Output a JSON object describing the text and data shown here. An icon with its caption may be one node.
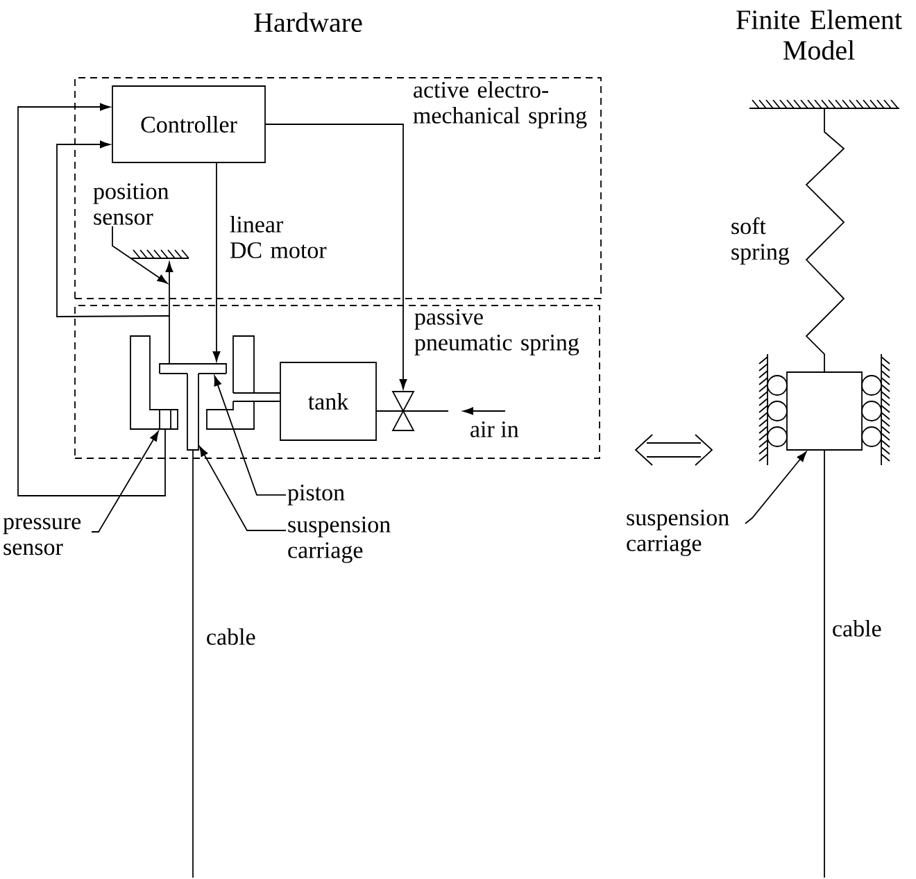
{
  "diagram": {
    "nodes": [
      {
        "text": [
          "active electro- mechanical spring"
        ]
      },
      {
        "text": [
          "Controller"
        ],
        "in": 0
      },
      {
        "text": [
          "position sensor"
        ],
        "in": 0
      },
      {
        "text": [],
        "shape": "bar"
      },
      {
        "text": [
          "passive pneumatic spring"
        ]
      },
      {
        "text": [],
        "shape": "bar",
        "in": 4
      },
      {
        "text": [],
        "shape": "bar",
        "in": 4
      },
      {
        "text": [],
        "shape": "box",
        "in": 4
      },
      {
        "text": [
          "tank"
        ],
        "in": 4
      },
      {
        "text": [],
        "shape": "valve",
        "in": 4
      },
      {
        "text": [
          "pressure sensor"
        ]
      },
      {
        "text": [
          "piston"
        ]
      },
      {
        "text": [
          "suspension carriage"
        ]
      },
      {
        "text": [],
        "shape": "box"
      },
      {
        "text": [
          "suspension carriage"
        ]
      }
    ],
    "edges": [
      {
        "from": 1,
        "to": 9,
        "arrow": "to"
      },
      {
        "from": 1,
        "to": 5,
        "arrow": "to",
        "label": "linear DC motor"
      },
      {
        "from": 3,
        "to": 1,
        "arrow": "to"
      },
      {
        "from": 7,
        "to": 1,
        "arrow": "to"
      },
      {
        "from": 2,
        "to": 3,
        "arrow": "to"
      },
      {
        "from": 10,
        "to": 7,
        "arrow": "to"
      },
      {
        "from": 11,
        "to": 5,
        "arrow": "to"
      },
      {
        "from": 12,
        "to": 6,
        "arrow": "to"
      },
      {
        "from": 8,
        "to": 9,
        "arrow": "none"
      },
      {
        "from": 14,
        "to": 13,
        "arrow": "to"
      }
    ],
    "labels": [
      "Hardware",
      "Finite Element Model",
      "soft spring",
      "air in",
      "cable",
      "cable"
    ]
  }
}
